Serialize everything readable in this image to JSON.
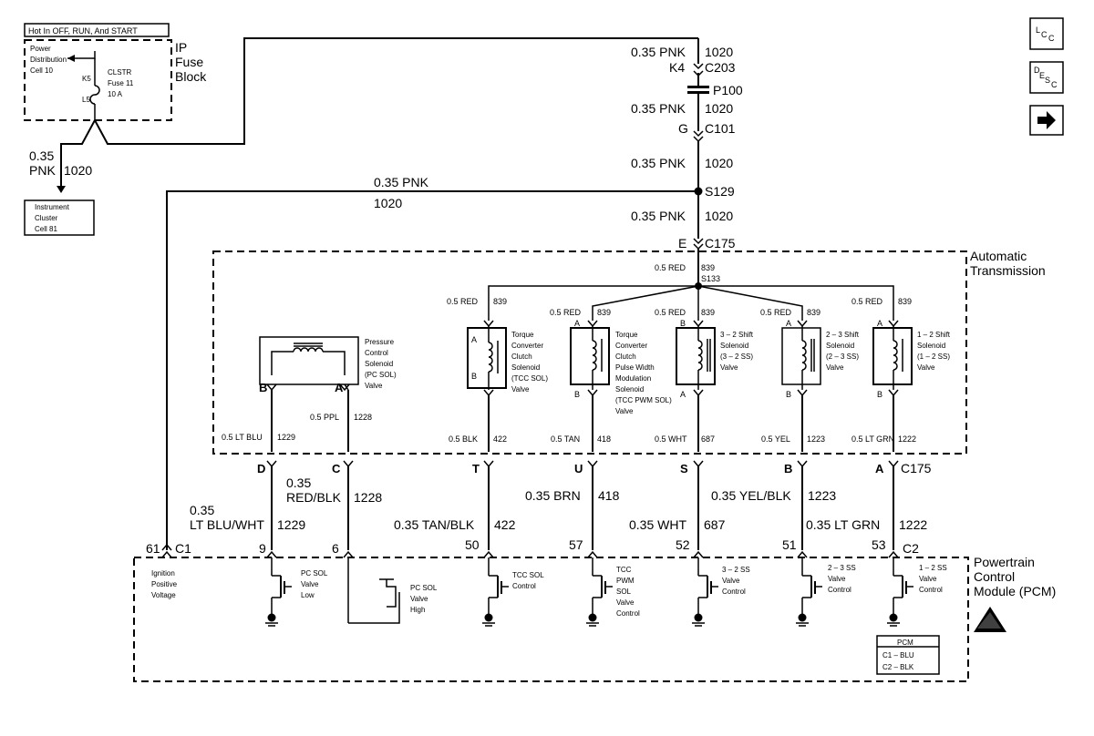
{
  "header": {
    "hot_in": "Hot In OFF, RUN, And START",
    "power_dist": [
      "Power",
      "Distribution",
      "Cell 10"
    ],
    "fuse_lines": [
      "CLSTR",
      "Fuse 11",
      "10 A"
    ],
    "k5": "K5",
    "l5": "L5",
    "ip_fuse": [
      "IP",
      "Fuse",
      "Block"
    ]
  },
  "nav": {
    "lcc": "LCC",
    "desc": "DESC",
    "next": "→"
  },
  "cluster_wire": {
    "size": "0.35",
    "color": "PNK",
    "circuit": "1020"
  },
  "instrument_cluster": [
    "Instrument",
    "Cluster",
    "Cell 81"
  ],
  "main_wire": {
    "w1": "0.35 PNK",
    "c1": "1020",
    "k4": "K4",
    "c203": "C203",
    "p100": "P100",
    "w2": "0.35 PNK",
    "c2": "1020",
    "g": "G",
    "c101": "C101",
    "w3": "0.35 PNK",
    "c3": "1020",
    "s129": "S129",
    "w4": "0.35 PNK",
    "c4": "1020",
    "e": "E",
    "c175": "C175"
  },
  "branch_wire": {
    "color": "0.35 PNK",
    "circuit": "1020"
  },
  "auto_trans": {
    "label": [
      "Automatic",
      "Transmission"
    ],
    "splice_wire": "0.5 RED",
    "splice_circuit": "839",
    "splice": "S133"
  },
  "solenoids": [
    {
      "top_wire": "0.5 RED",
      "top_circuit": "839",
      "pin_a": "A",
      "pin_b": "B",
      "label": [
        "Torque",
        "Converter",
        "Clutch",
        "Solenoid",
        "(TCC SOL)",
        "Valve"
      ],
      "bottom_wire": "0.5 BLK",
      "bottom_circuit": "422",
      "conn_pin": "T",
      "pcm_wire": "0.35 TAN/BLK",
      "pcm_circuit": "422",
      "pcm_pin": "50",
      "pcm_label": [
        "TCC SOL",
        "Control"
      ]
    },
    {
      "top_wire": "0.5 RED",
      "top_circuit": "839",
      "pin_a": "A",
      "pin_b": "B",
      "label": [
        "Torque",
        "Converter",
        "Clutch",
        "Pulse Width",
        "Modulation",
        "Solenoid",
        "(TCC PWM SOL)",
        "Valve"
      ],
      "bottom_wire": "0.5 TAN",
      "bottom_circuit": "418",
      "conn_pin": "U",
      "pcm_wire": "0.35 BRN",
      "pcm_circuit": "418",
      "pcm_pin": "57",
      "pcm_label": [
        "TCC",
        "PWM",
        "SOL",
        "Valve",
        "Control"
      ]
    },
    {
      "top_wire": "0.5 RED",
      "top_circuit": "839",
      "pin_a": "B",
      "pin_b": "A",
      "label": [
        "3 – 2 Shift",
        "Solenoid",
        "(3 – 2 SS)",
        "Valve"
      ],
      "bottom_wire": "0.5 WHT",
      "bottom_circuit": "687",
      "conn_pin": "S",
      "pcm_wire": "0.35 WHT",
      "pcm_circuit": "687",
      "pcm_pin": "52",
      "pcm_label": [
        "3 – 2 SS",
        "Valve",
        "Control"
      ]
    },
    {
      "top_wire": "0.5 RED",
      "top_circuit": "839",
      "pin_a": "A",
      "pin_b": "B",
      "label": [
        "2 – 3 Shift",
        "Solenoid",
        "(2 – 3 SS)",
        "Valve"
      ],
      "bottom_wire": "0.5 YEL",
      "bottom_circuit": "1223",
      "conn_pin": "B",
      "pcm_wire": "0.35 YEL/BLK",
      "pcm_circuit": "1223",
      "pcm_pin": "51",
      "pcm_label": [
        "2 – 3 SS",
        "Valve",
        "Control"
      ]
    },
    {
      "top_wire": "0.5 RED",
      "top_circuit": "839",
      "pin_a": "A",
      "pin_b": "B",
      "label": [
        "1 – 2 Shift",
        "Solenoid",
        "(1 – 2 SS)",
        "Valve"
      ],
      "bottom_wire": "0.5 LT GRN",
      "bottom_circuit": "1222",
      "conn_pin": "A",
      "pcm_wire": "0.35 LT GRN",
      "pcm_circuit": "1222",
      "pcm_pin": "53",
      "pcm_label": [
        "1 – 2 SS",
        "Valve",
        "Control"
      ]
    }
  ],
  "pc_sol": {
    "label": [
      "Pressure",
      "Control",
      "Solenoid",
      "(PC SOL)",
      "Valve"
    ],
    "pin_b": "B",
    "pin_a": "A",
    "wire_b": "0.5 LT BLU",
    "circuit_b": "1229",
    "wire_a": "0.5 PPL",
    "circuit_a": "1228",
    "conn_b": "D",
    "conn_a": "C",
    "pcm_wire_b": [
      "0.35",
      "LT BLU/WHT"
    ],
    "pcm_circuit_b": "1229",
    "pcm_wire_a": [
      "0.35",
      "RED/BLK"
    ],
    "pcm_circuit_a": "1228",
    "pcm_pin_b": "9",
    "pcm_pin_a": "6",
    "low_label": [
      "PC SOL",
      "Valve",
      "Low"
    ],
    "high_label": [
      "PC SOL",
      "Valve",
      "High"
    ]
  },
  "c175_label": "C175",
  "pcm": {
    "ign_pin": "61",
    "c1": "C1",
    "c2": "C2",
    "ign_label": [
      "Ignition",
      "Positive",
      "Voltage"
    ],
    "label": [
      "Powertrain",
      "Control",
      "Module (PCM)"
    ],
    "legend": {
      "title": "PCM",
      "c1": "C1 – BLU",
      "c2": "C2 – BLK"
    }
  }
}
